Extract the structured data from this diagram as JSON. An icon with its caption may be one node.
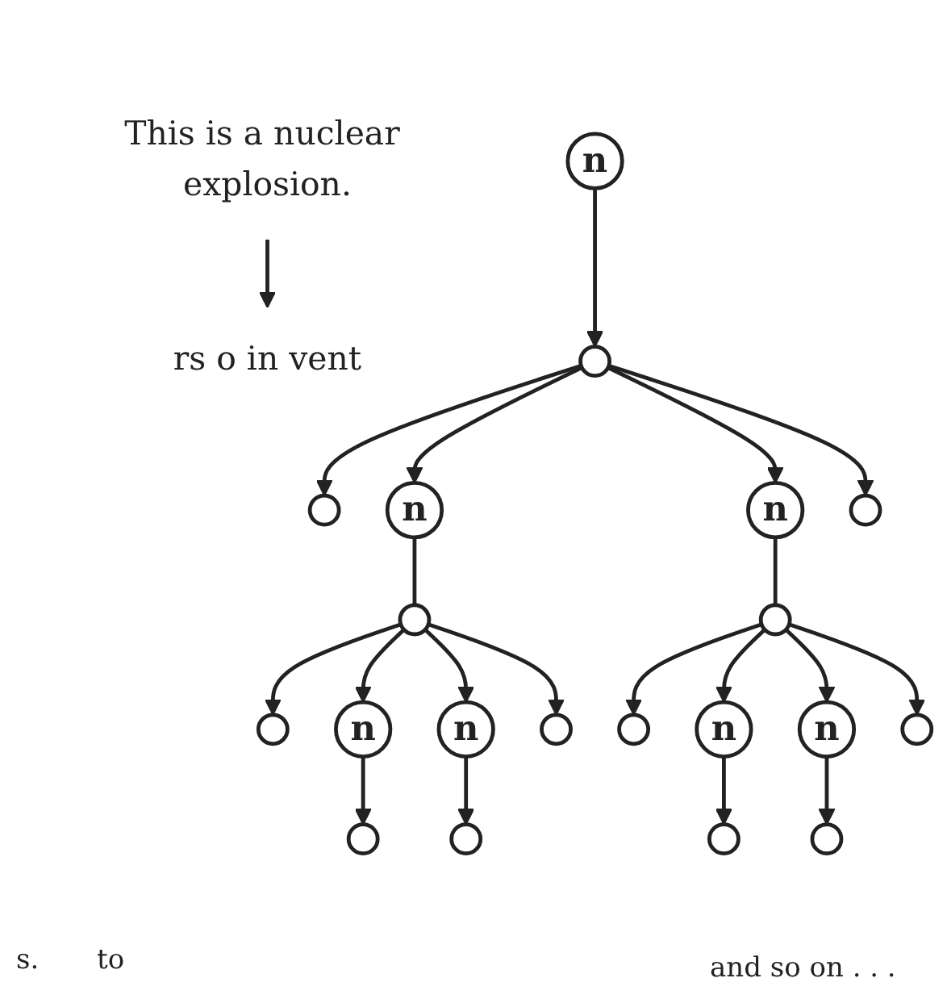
{
  "diagram": {
    "nodes": [
      {
        "text": [
          "This is a nuclear explosion."
        ]
      },
      {
        "text": [
          "rs o in vent"
        ]
      },
      {
        "text": [
          "n"
        ]
      },
      {
        "text": [],
        "shape": "circle"
      },
      {
        "text": [],
        "shape": "circle"
      },
      {
        "text": [],
        "shape": "circle"
      },
      {
        "text": [
          "n"
        ]
      },
      {
        "text": [
          "n"
        ]
      },
      {
        "text": [],
        "shape": "circle"
      },
      {
        "text": [],
        "shape": "circle"
      },
      {
        "text": [],
        "shape": "circle"
      },
      {
        "text": [],
        "shape": "circle"
      },
      {
        "text": [],
        "shape": "circle"
      },
      {
        "text": [],
        "shape": "circle"
      },
      {
        "text": [
          "n"
        ]
      },
      {
        "text": [
          "n"
        ]
      },
      {
        "text": [
          "n"
        ]
      },
      {
        "text": [
          "n"
        ]
      },
      {
        "text": [],
        "shape": "circle"
      },
      {
        "text": [],
        "shape": "circle"
      },
      {
        "text": [],
        "shape": "circle"
      },
      {
        "text": [],
        "shape": "circle"
      }
    ],
    "edges": [
      {
        "from": 0,
        "to": 1,
        "arrow": "to"
      },
      {
        "from": 2,
        "to": 3,
        "arrow": "to"
      },
      {
        "from": 3,
        "to": 4,
        "arrow": "to"
      },
      {
        "from": 3,
        "to": 6,
        "arrow": "to"
      },
      {
        "from": 3,
        "to": 7,
        "arrow": "to"
      },
      {
        "from": 3,
        "to": 5,
        "arrow": "to"
      },
      {
        "from": 6,
        "to": 8,
        "arrow": "none"
      },
      {
        "from": 7,
        "to": 9,
        "arrow": "none"
      },
      {
        "from": 8,
        "to": 10,
        "arrow": "to"
      },
      {
        "from": 8,
        "to": 14,
        "arrow": "to"
      },
      {
        "from": 8,
        "to": 15,
        "arrow": "to"
      },
      {
        "from": 8,
        "to": 11,
        "arrow": "to"
      },
      {
        "from": 9,
        "to": 12,
        "arrow": "to"
      },
      {
        "from": 9,
        "to": 16,
        "arrow": "to"
      },
      {
        "from": 9,
        "to": 17,
        "arrow": "to"
      },
      {
        "from": 9,
        "to": 13,
        "arrow": "to"
      },
      {
        "from": 14,
        "to": 18,
        "arrow": "to"
      },
      {
        "from": 15,
        "to": 19,
        "arrow": "to"
      },
      {
        "from": 16,
        "to": 20,
        "arrow": "to"
      },
      {
        "from": 17,
        "to": 21,
        "arrow": "to"
      }
    ],
    "labels": [
      "s.",
      "to",
      "and so on . . ."
    ]
  }
}
